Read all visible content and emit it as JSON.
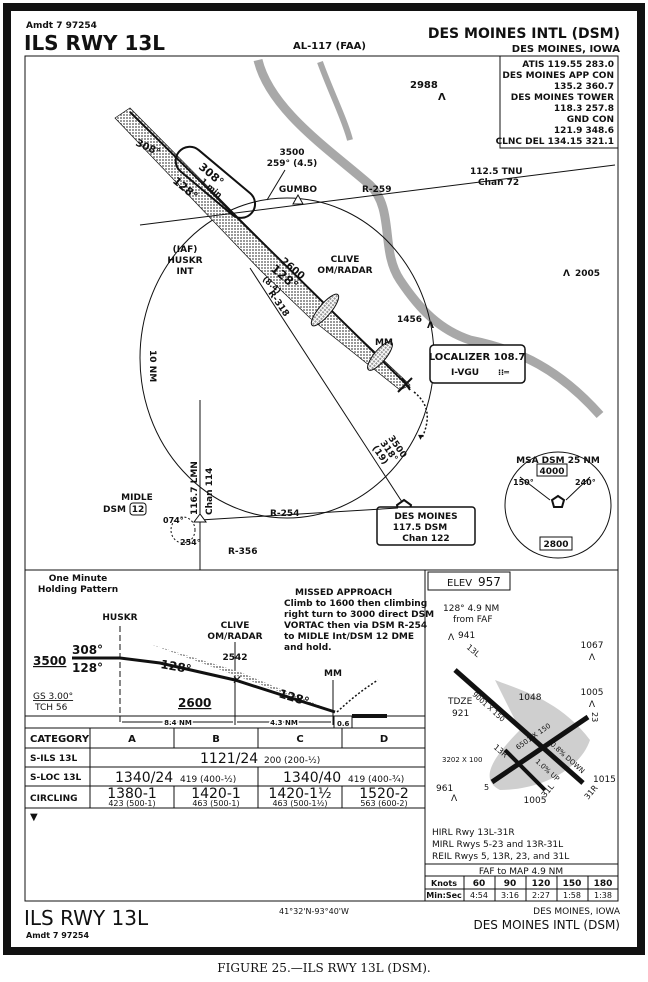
{
  "header": {
    "amendment": "Amdt 7 97254",
    "procedure": "ILS RWY 13L",
    "chart_id": "AL-117 (FAA)",
    "airport": "DES MOINES INTL (DSM)",
    "city": "DES MOINES, IOWA"
  },
  "comms": [
    "ATIS 119.55 283.0",
    "DES MOINES APP CON",
    "135.2 360.7",
    "DES MOINES TOWER",
    "118.3 257.8",
    "GND CON",
    "121.9 348.6",
    "CLNC DEL 134.15 321.1"
  ],
  "plan": {
    "obstacles": [
      "2988",
      "2005",
      "1456"
    ],
    "holding": {
      "outbound": "308°",
      "inbound": "128°",
      "leg": "1 min",
      "outer": "308°"
    },
    "arc": {
      "alt": "3500",
      "course": "259° (4.5)"
    },
    "gumbo": "GUMBO",
    "vortac_tnu": {
      "freq": "112.5 TNU",
      "chan": "Chan 72"
    },
    "r259": "R-259",
    "iaf": [
      "(IAF)",
      "HUSKR",
      "INT"
    ],
    "final_alt": "2600",
    "final_course": "128°",
    "final_dist": "(8.4)",
    "r318": "R-318",
    "clive": [
      "CLIVE",
      "OM/RADAR"
    ],
    "mm": "MM",
    "localizer": {
      "label": "LOCALIZER 108.7",
      "ident": "I-VGU"
    },
    "ring": "10 NM",
    "feeder": {
      "alt": "3500",
      "course": "318°",
      "dist": "(19)"
    },
    "dsm": {
      "name": "DES MOINES",
      "freq": "117.5 DSM",
      "chan": "Chan 122"
    },
    "r254": "R-254",
    "lmn": {
      "freq": "116.7 LMN",
      "chan": "Chan 114"
    },
    "midle": {
      "name": "MIDLE",
      "dme_prefix": "DSM",
      "dme": "12"
    },
    "hold_midle": {
      "out": "074°",
      "in": "254°"
    },
    "r356": "R-356",
    "msa": {
      "title": "MSA DSM 25 NM",
      "a1": "150°",
      "a2": "240°",
      "north": "4000",
      "south": "2800"
    }
  },
  "profile": {
    "holding_note": [
      "One Minute",
      "Holding Pattern"
    ],
    "huskr": "HUSKR",
    "clive": [
      "CLIVE",
      "OM/RADAR"
    ],
    "clive_alt": "2542",
    "mm": "MM",
    "alt_initial": "3500",
    "out_course": "308°",
    "in_course": "128°",
    "course1": "128°",
    "course2": "128°",
    "gs_alt": "2600",
    "gs": "GS 3.00°",
    "tch": "TCH 56",
    "dist1": "8.4 NM",
    "dist2": "4.3 NM",
    "dist3": "0.6",
    "missed": [
      "MISSED APPROACH",
      "Climb to 1600 then climbing",
      "right turn to 3000 direct DSM",
      "VORTAC then via DSM R-254",
      "to MIDLE Int/DSM 12 DME",
      "and hold."
    ]
  },
  "minimums": {
    "headers": [
      "CATEGORY",
      "A",
      "B",
      "C",
      "D"
    ],
    "ils": {
      "label": "S-ILS 13L",
      "value": "1121/24",
      "hat": "200 (200-½)"
    },
    "loc": {
      "label": "S-LOC 13L",
      "ab": "1340/24",
      "ab_hat": "419 (400-½)",
      "cd": "1340/40",
      "cd_hat": "419 (400-¾)"
    },
    "circling": {
      "label": "CIRCLING",
      "cells": [
        {
          "mda": "1380-1",
          "hat": "423 (500-1)"
        },
        {
          "mda": "1420-1",
          "hat": "463 (500-1)"
        },
        {
          "mda": "1420-1½",
          "hat": "463 (500-1½)"
        },
        {
          "mda": "1520-2",
          "hat": "563 (600-2)"
        }
      ]
    }
  },
  "airport": {
    "elev_label": "ELEV",
    "elev": "957",
    "faf_note": [
      "128° 4.9 NM",
      "from FAF"
    ],
    "tdze_label": "TDZE",
    "tdze": "921",
    "obstacles": [
      "941",
      "1067",
      "1005",
      "1048",
      "1015",
      "961",
      "1005"
    ],
    "runways": {
      "r13l": "13L",
      "r31r": "31R",
      "r13r": "13R",
      "r31l": "31L",
      "r5": "5",
      "r23": "23",
      "dim1": "9001 X 150",
      "dim2": "6501 X 150",
      "dim3": "3202 X 100",
      "grad1": "0.8% DOWN",
      "grad2": "1.0% UP"
    },
    "lighting": [
      "HIRL Rwy 13L-31R",
      "MIRL Rwys 5-23 and 13R-31L",
      "REIL Rwys 5, 13R, 23, and 31L"
    ],
    "timing": {
      "title": "FAF to MAP 4.9 NM",
      "knots_label": "Knots",
      "time_label": "Min:Sec",
      "knots": [
        "60",
        "90",
        "120",
        "150",
        "180"
      ],
      "times": [
        "4:54",
        "3:16",
        "2:27",
        "1:58",
        "1:38"
      ]
    }
  },
  "footer": {
    "procedure": "ILS RWY 13L",
    "amendment": "Amdt 7 97254",
    "coords": "41°32'N-93°40'W",
    "city": "DES MOINES, IOWA",
    "airport": "DES MOINES INTL (DSM)"
  },
  "caption": "FIGURE 25.—ILS RWY 13L (DSM).",
  "colors": {
    "ink": "#111111",
    "shade": "#b5b5b5",
    "river": "#9a9a9a",
    "paper": "#ffffff"
  }
}
